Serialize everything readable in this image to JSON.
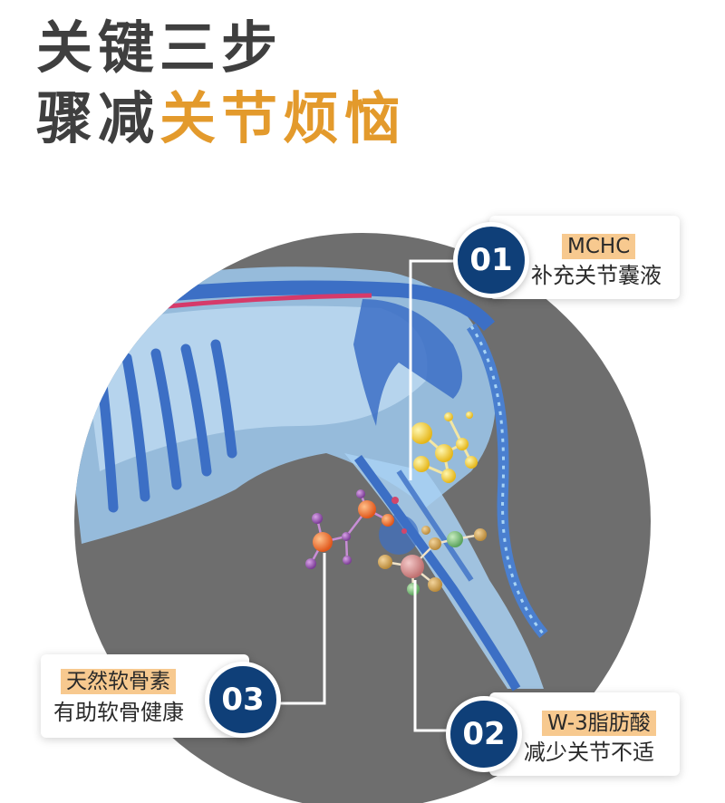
{
  "headline": {
    "line1": "关键三步",
    "line2_prefix": "骤减",
    "line2_highlight": "关节烦恼"
  },
  "colors": {
    "headline_text": "#3f3f3f",
    "headline_highlight": "#e39a2c",
    "badge": "#0f3f78",
    "label_highlight": "#f7c98f"
  },
  "callouts": [
    {
      "number": "01",
      "title": "MCHC",
      "desc": "补充关节囊液"
    },
    {
      "number": "03",
      "title": "天然软骨素",
      "desc": "有助软骨健康"
    },
    {
      "number": "02",
      "title": "W-3脂肪酸",
      "desc": "减少关节不适"
    }
  ]
}
